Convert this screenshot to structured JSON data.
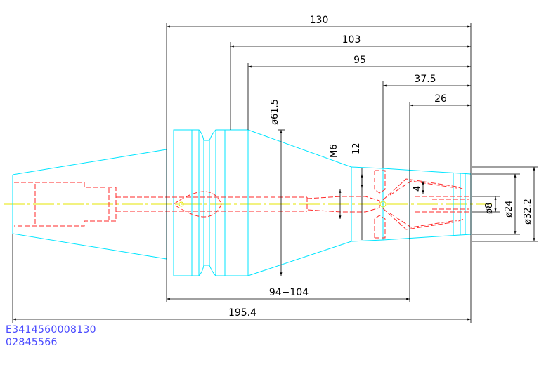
{
  "dimensions": {
    "overall_length": "130",
    "d103": "103",
    "d95": "95",
    "d37_5": "37.5",
    "d26": "26",
    "d94_104": "94−104",
    "d195_4": "195.4",
    "dia61_5": "ø61.5",
    "m6": "M6",
    "d12": "12",
    "d4": "4",
    "dia8": "ø8",
    "dia24": "ø24",
    "dia32_2": "ø32.2"
  },
  "part_codes": {
    "code1": "E3414560008130",
    "code2": "02845566"
  },
  "colors": {
    "outline": "#00e5ff",
    "hidden": "#ff2a2a",
    "centerline": "#e6e600",
    "dimension": "#000000",
    "code_text": "#4a4aff"
  }
}
